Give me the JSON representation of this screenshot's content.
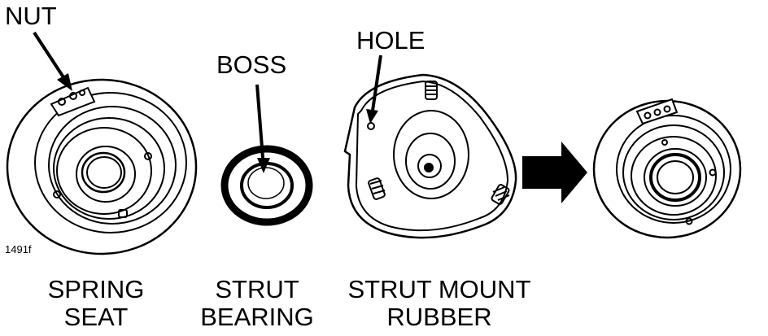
{
  "figure_id": "1491f",
  "callouts": {
    "nut": "NUT",
    "boss": "BOSS",
    "hole": "HOLE"
  },
  "captions": {
    "spring_seat": {
      "line1": "SPRING",
      "line2": "SEAT"
    },
    "strut_bearing": {
      "line1": "STRUT",
      "line2": "BEARING"
    },
    "strut_mount_rubber": {
      "line1": "STRUT MOUNT",
      "line2": "RUBBER"
    }
  },
  "colors": {
    "ink": "#000000",
    "paper": "#ffffff"
  }
}
